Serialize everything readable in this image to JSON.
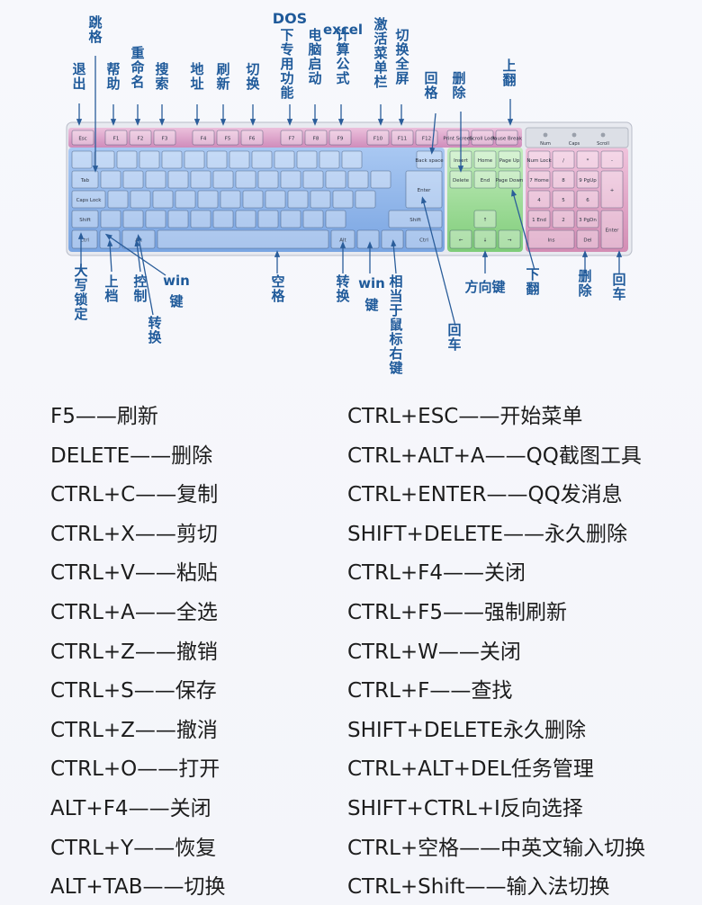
{
  "top_labels": [
    "退出",
    "帮助",
    "重命名",
    "搜索",
    "地址",
    "刷新",
    "切换",
    "下专用功能",
    "电脑启动",
    "计算公式",
    "激活菜单栏",
    "切换全屏",
    "回格",
    "删除",
    "上翻"
  ],
  "raised_labels": [
    "跳格",
    "DOS",
    "excel"
  ],
  "bottom_labels": [
    "大写锁定",
    "上档",
    "控制",
    "win",
    "键",
    "转换",
    "空格",
    "转换",
    "win",
    "键",
    "相当于鼠标右键",
    "回车",
    "方向键",
    "下翻",
    "删除",
    "回车"
  ],
  "keys": {
    "fn_row": [
      "Esc",
      "F1",
      "F2",
      "F3",
      "F4",
      "F5",
      "F6",
      "F7",
      "F8",
      "F9",
      "F10",
      "F11",
      "F12"
    ],
    "sys_row": [
      "Print Screen",
      "Scroll Lock",
      "Pause Break"
    ],
    "indicators": [
      "Num",
      "Caps",
      "Scroll"
    ],
    "misc": [
      "Tab",
      "Caps Lock",
      "Shift",
      "Ctrl",
      "Alt",
      "Back space",
      "Enter",
      "Shift",
      "Alt",
      "Ctrl",
      "Insert",
      "Home",
      "Page Up",
      "Delete",
      "End",
      "Page Down",
      "Num Lock",
      "Home",
      "PgUp",
      "End",
      "PgDn",
      "Ins",
      "Del",
      "Enter"
    ]
  },
  "shortcuts_left": [
    "F5——刷新",
    "DELETE——删除",
    "CTRL+C——复制",
    "CTRL+X——剪切",
    "CTRL+V——粘贴",
    "CTRL+A——全选",
    "CTRL+Z——撤销",
    "CTRL+S——保存",
    "CTRL+Z——撤消",
    "CTRL+O——打开",
    "ALT+F4——关闭",
    "CTRL+Y——恢复",
    "ALT+TAB——切换"
  ],
  "shortcuts_right": [
    "CTRL+ESC——开始菜单",
    "CTRL+ALT+A——QQ截图工具",
    "CTRL+ENTER——QQ发消息",
    "SHIFT+DELETE——永久删除",
    "CTRL+F4——关闭",
    "CTRL+F5——强制刷新",
    "CTRL+W——关闭",
    "CTRL+F——查找",
    "SHIFT+DELETE永久删除",
    "CTRL+ALT+DEL任务管理",
    "SHIFT+CTRL+I反向选择",
    "CTRL+空格——中英文输入切换",
    "CTRL+Shift——输入法切换"
  ],
  "colors": {
    "label": "#1f5a9a",
    "fn_keys": "#d9a0c6",
    "main_keys": "#8fb7ec",
    "nav_keys": "#9fd99a",
    "numpad": "#e2a2c6"
  }
}
